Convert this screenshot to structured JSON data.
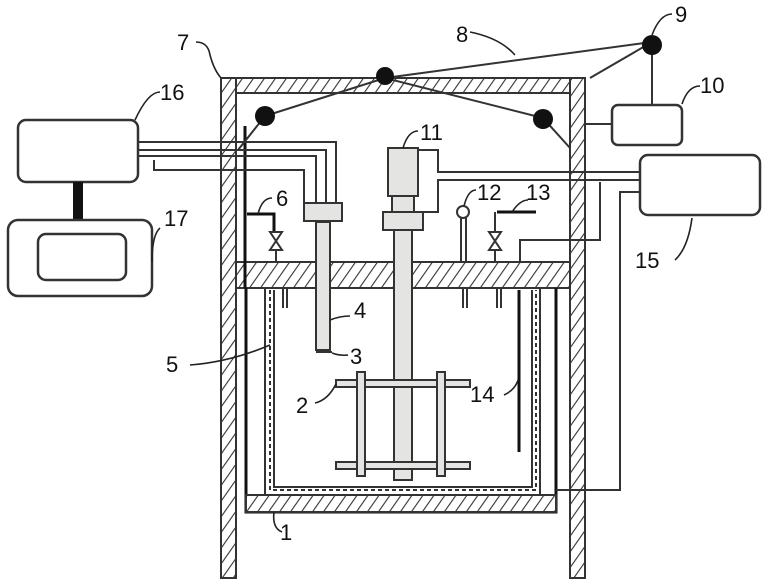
{
  "diagram": {
    "type": "apparatus schematic",
    "labels": [
      {
        "id": "1",
        "text": "1",
        "part": "outer vessel / insulated jacket"
      },
      {
        "id": "2",
        "text": "2",
        "part": "stirrer paddle"
      },
      {
        "id": "3",
        "text": "3",
        "part": "outlet tip"
      },
      {
        "id": "4",
        "text": "4",
        "part": "feed tube"
      },
      {
        "id": "5",
        "text": "5",
        "part": "inner vessel wall"
      },
      {
        "id": "6",
        "text": "6",
        "part": "inlet valve"
      },
      {
        "id": "7",
        "text": "7",
        "part": "frame / housing"
      },
      {
        "id": "8",
        "text": "8",
        "part": "cable"
      },
      {
        "id": "9",
        "text": "9",
        "part": "junction node"
      },
      {
        "id": "10",
        "text": "10",
        "part": "controller"
      },
      {
        "id": "11",
        "text": "11",
        "part": "motor"
      },
      {
        "id": "12",
        "text": "12",
        "part": "gauge"
      },
      {
        "id": "13",
        "text": "13",
        "part": "outlet valve"
      },
      {
        "id": "14",
        "text": "14",
        "part": "sensor probe"
      },
      {
        "id": "15",
        "text": "15",
        "part": "control unit"
      },
      {
        "id": "16",
        "text": "16",
        "part": "supply unit"
      },
      {
        "id": "17",
        "text": "17",
        "part": "display unit"
      }
    ]
  }
}
